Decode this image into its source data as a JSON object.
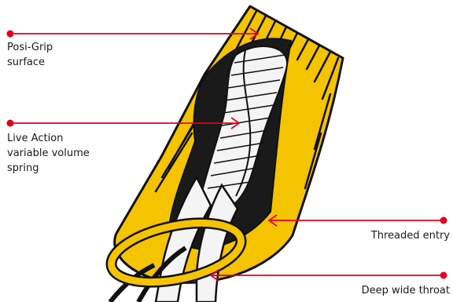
{
  "colors": {
    "accent": "#e3001b",
    "connector_yellow": "#f5c400",
    "outline": "#111111",
    "background": "#ffffff"
  },
  "callouts": {
    "posi_grip": {
      "lines": [
        "Posi-Grip",
        "surface"
      ]
    },
    "live_action": {
      "lines": [
        "Live Action",
        "variable volume",
        "spring"
      ]
    },
    "threaded_entry": {
      "lines": [
        "Threaded entry"
      ]
    },
    "deep_wide_throat": {
      "lines": [
        "Deep wide throat"
      ]
    }
  }
}
